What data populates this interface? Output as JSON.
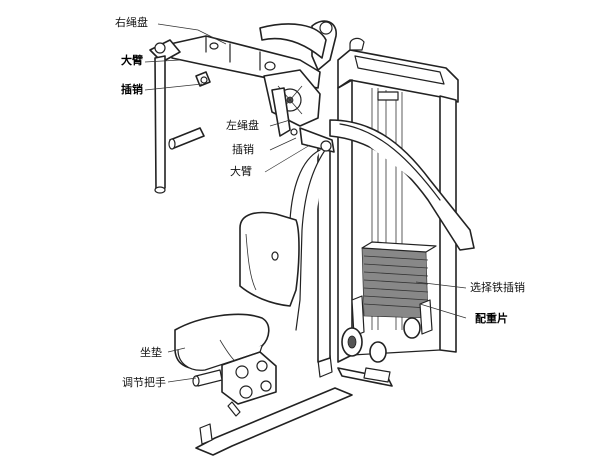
{
  "labels": {
    "right_pulley": "右绳盘",
    "big_arm_top": "大臂",
    "pin_top": "插销",
    "left_pulley": "左绳盘",
    "pin_mid": "插销",
    "big_arm_mid": "大臂",
    "selector_pin": "选择铁插销",
    "weight_plates": "配重片",
    "seat_pad": "坐垫",
    "adjust_handle": "调节把手"
  }
}
